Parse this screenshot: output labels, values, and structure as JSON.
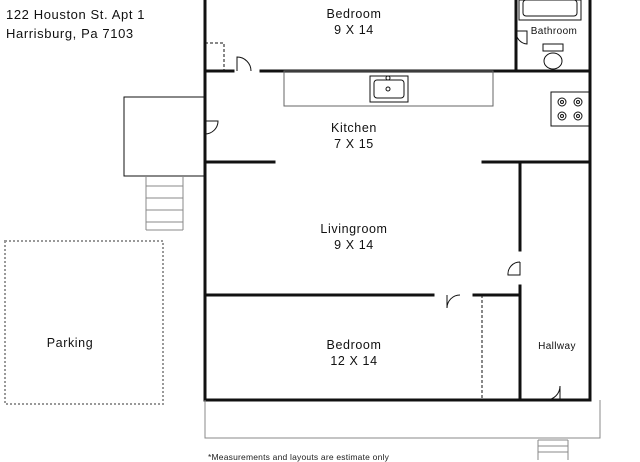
{
  "address": {
    "line1": "122 Houston St. Apt 1",
    "line2": "Harrisburg, Pa 7103"
  },
  "rooms": {
    "bedroom_top": {
      "name": "Bedroom",
      "size": "9 X 14"
    },
    "bathroom": {
      "name": "Bathroom"
    },
    "kitchen": {
      "name": "Kitchen",
      "size": "7 X 15"
    },
    "livingroom": {
      "name": "Livingroom",
      "size": "9 X 14"
    },
    "bedroom_bottom": {
      "name": "Bedroom",
      "size": "12 X 14"
    },
    "hallway": {
      "name": "Hallway"
    },
    "parking": {
      "name": "Parking"
    }
  },
  "footnote": "*Measurements and layouts are estimate only",
  "fixtures": [
    "sink-icon",
    "stove-icon",
    "toilet-icon",
    "bathtub-icon",
    "stairs-icon",
    "door-icon"
  ],
  "colors": {
    "wall": "#111111",
    "light_line": "#888888",
    "parking_border": "#999999"
  }
}
